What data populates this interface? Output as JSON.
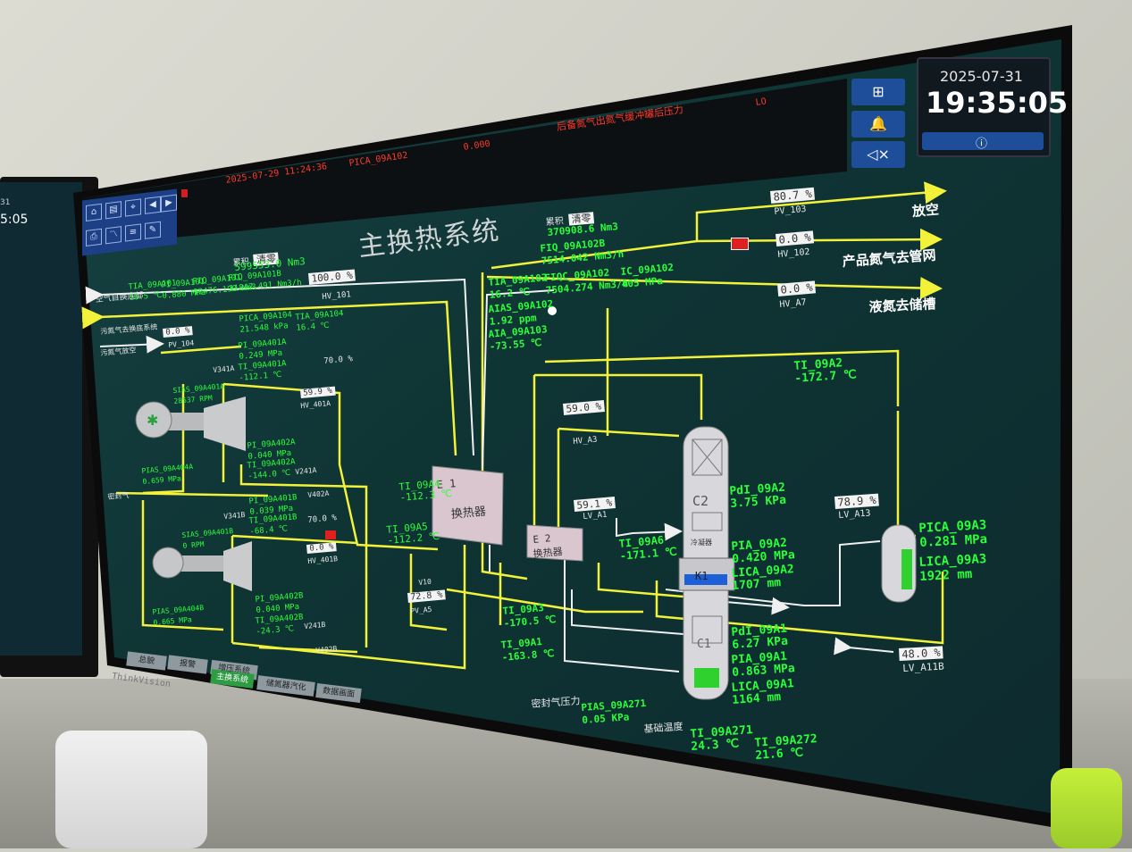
{
  "app": {
    "title": "主换热系统"
  },
  "header": {
    "alarm_time": "2025-07-29 11:24:36",
    "alarm_tag": "PICA_09A102",
    "alarm_value": "0.000",
    "alarm_text": "后备氮气出氮气缓冲罐后压力",
    "alarm_level": "LO"
  },
  "clock": {
    "date": "2025-07-31",
    "time": "19:35:05",
    "info_icon": "ⓘ"
  },
  "side_buttons": {
    "network": "network-icon",
    "bell": "bell-icon",
    "mute": "speaker-mute-icon"
  },
  "brand": "ThinkVision",
  "left_monitor": {
    "date": "31",
    "time": "5:05"
  },
  "totals": {
    "left_label": "累积",
    "left_state": "清零",
    "left_value": "599553.0 Nm3",
    "mid_label": "累积",
    "mid_state": "清零",
    "mid_value": "370908.6 Nm3"
  },
  "air": {
    "inlet_label": "空气自换底部",
    "ti": "TIA_09A101",
    "ti_v": "16.5 ℃",
    "pi": "PI_09A101",
    "pi_v": "0.880 MPa",
    "fiq": "FIQ_09A101",
    "fiq_v": "12476.190 Nm3",
    "fiqb": "FIQ_09A101B",
    "fiqb_v": "11842.491 Nm3/h",
    "hv101": "HV_101",
    "hv101_v": "100.0 %"
  },
  "waste": {
    "label1": "污氮气去换底系统",
    "label2": "污氮气放空",
    "pv104": "PV_104",
    "pv104_v": "0.0 %",
    "pica104": "PICA_09A104",
    "pica104_v": "21.548 kPa",
    "tia104": "TIA_09A104",
    "tia104_v": "16.4 ℃"
  },
  "turbineA": {
    "pi401a": "PI_09A401A",
    "pi401a_v": "0.249 MPa",
    "ti401a": "TI_09A401A",
    "ti401a_v": "-112.1 ℃",
    "v341a": "V341A",
    "sias": "SIAS_09A401A",
    "sias_v": "28537 RPM",
    "hv401a": "HV_401A",
    "hv401a_v": "59.9 %",
    "hv401a_set": "70.0 %",
    "pi402a": "PI_09A402A",
    "pi402a_v": "0.040 MPa",
    "ti402a": "TI_09A402A",
    "ti402a_v": "-144.0 ℃",
    "v241a": "V241A",
    "v402a": "V402A",
    "pias": "PIAS_09A404A",
    "pias_v": "0.659 MPa"
  },
  "turbineB": {
    "pi401b": "PI_09A401B",
    "pi401b_v": "0.039 MPa",
    "ti401b": "TI_09A401B",
    "ti401b_v": "-68.4 ℃",
    "v341b": "V341B",
    "sias": "SIAS_09A401B",
    "sias_v": "0 RPM",
    "hv401b": "HV_401B",
    "hv401b_v": "0.0 %",
    "hv401b_set": "70.0 %",
    "pi402b": "PI_09A402B",
    "pi402b_v": "0.040 MPa",
    "ti402b": "TI_09A402B",
    "ti402b_v": "-24.3 ℃",
    "v241b": "V241B",
    "v402b": "V402B",
    "pias": "PIAS_09A404B",
    "pias_v": "0.665 MPa"
  },
  "seal_label": "密封气",
  "e1": {
    "tag": "E 1",
    "name": "换热器",
    "ti_a4": "TI_09A4",
    "ti_a4_v": "-112.3 ℃",
    "ti_a5": "TI_09A5",
    "ti_a5_v": "-112.2 ℃",
    "v10": "V10",
    "pv_a5": "PV_A5",
    "pv_a5_v": "72.8 %"
  },
  "mid": {
    "tia102": "TIA_09A102",
    "tia102_v": "16.2 ℃",
    "fiqc": "FIQC_09A102",
    "fiqc_v": "7504.274 Nm3/h",
    "ic": "IC_09A102",
    "ic_v": "405 MPa",
    "fiqb": "FIQ_09A102B",
    "fiqb_v": "7514.042 Nm3/h",
    "aias": "AIAS_09A102",
    "aias_v": "1.92 ppm",
    "aia": "AIA_09A103",
    "aia_v": "-73.55 ℃"
  },
  "outlets": {
    "pv103": "PV_103",
    "pv103_v": "80.7 %",
    "dest1": "放空",
    "hv102": "HV_102",
    "hv102_v": "0.0 %",
    "dest2": "产品氮气去管网",
    "hva7": "HV_A7",
    "hva7_v": "0.0 %",
    "dest3": "液氮去储槽"
  },
  "e2": {
    "tag": "E 2",
    "name": "换热器",
    "hv_a3": "HV_A3",
    "hv_a3_v": "59.0 %",
    "lv_a1": "LV_A1",
    "lv_a1_v": "59.1 %",
    "ti_a6": "TI_09A6",
    "ti_a6_v": "-171.1 ℃",
    "ti_a3": "TI_09A3",
    "ti_a3_v": "-170.5 ℃",
    "ti_a1": "TI_09A1",
    "ti_a1_v": "-163.8 ℃"
  },
  "column": {
    "c2": "C2",
    "k1": "K1",
    "c1": "C1",
    "cond_label": "冷凝器",
    "pdi_a2": "PdI_09A2",
    "pdi_a2_v": "3.75 KPa",
    "pia_a2": "PIA_09A2",
    "pia_a2_v": "0.420 MPa",
    "lica_a2": "LICA_09A2",
    "lica_a2_v": "1707 mm",
    "pdi_a1": "PdI_09A1",
    "pdi_a1_v": "6.27 KPa",
    "pia_a1": "PIA_09A1",
    "pia_a1_v": "0.863 MPa",
    "lica_a1": "LICA_09A1",
    "lica_a1_v": "1164 mm",
    "ti_a2": "TI_09A2",
    "ti_a2_v": "-172.7 ℃"
  },
  "vessel": {
    "lv_a13": "LV_A13",
    "lv_a13_v": "78.9 %",
    "pica_a3": "PICA_09A3",
    "pica_a3_v": "0.281 MPa",
    "lica_a3": "LICA_09A3",
    "lica_a3_v": "1922 mm",
    "lv_a11b": "LV_A11B",
    "lv_a11b_v": "48.0 %"
  },
  "base": {
    "seal_label": "密封气压力",
    "pias": "PIAS_09A271",
    "pias_v": "0.05 KPa",
    "temp_label": "基础温度",
    "ti271": "TI_09A271",
    "ti271_v": "24.3 ℃",
    "ti272": "TI_09A272",
    "ti272_v": "21.6 ℃"
  },
  "tabs": [
    {
      "label": "总貌",
      "active": false
    },
    {
      "label": "报警",
      "active": false
    },
    {
      "label": "增压系统",
      "active": false
    },
    {
      "label": "主换系统",
      "active": true
    },
    {
      "label": "储氮器汽化",
      "active": false
    },
    {
      "label": "数据画面",
      "active": false
    }
  ],
  "colors": {
    "line_yellow": "#f2f23a",
    "line_white": "#f0f0f0",
    "tag_green": "#2aff3a",
    "bg": "#134040"
  }
}
